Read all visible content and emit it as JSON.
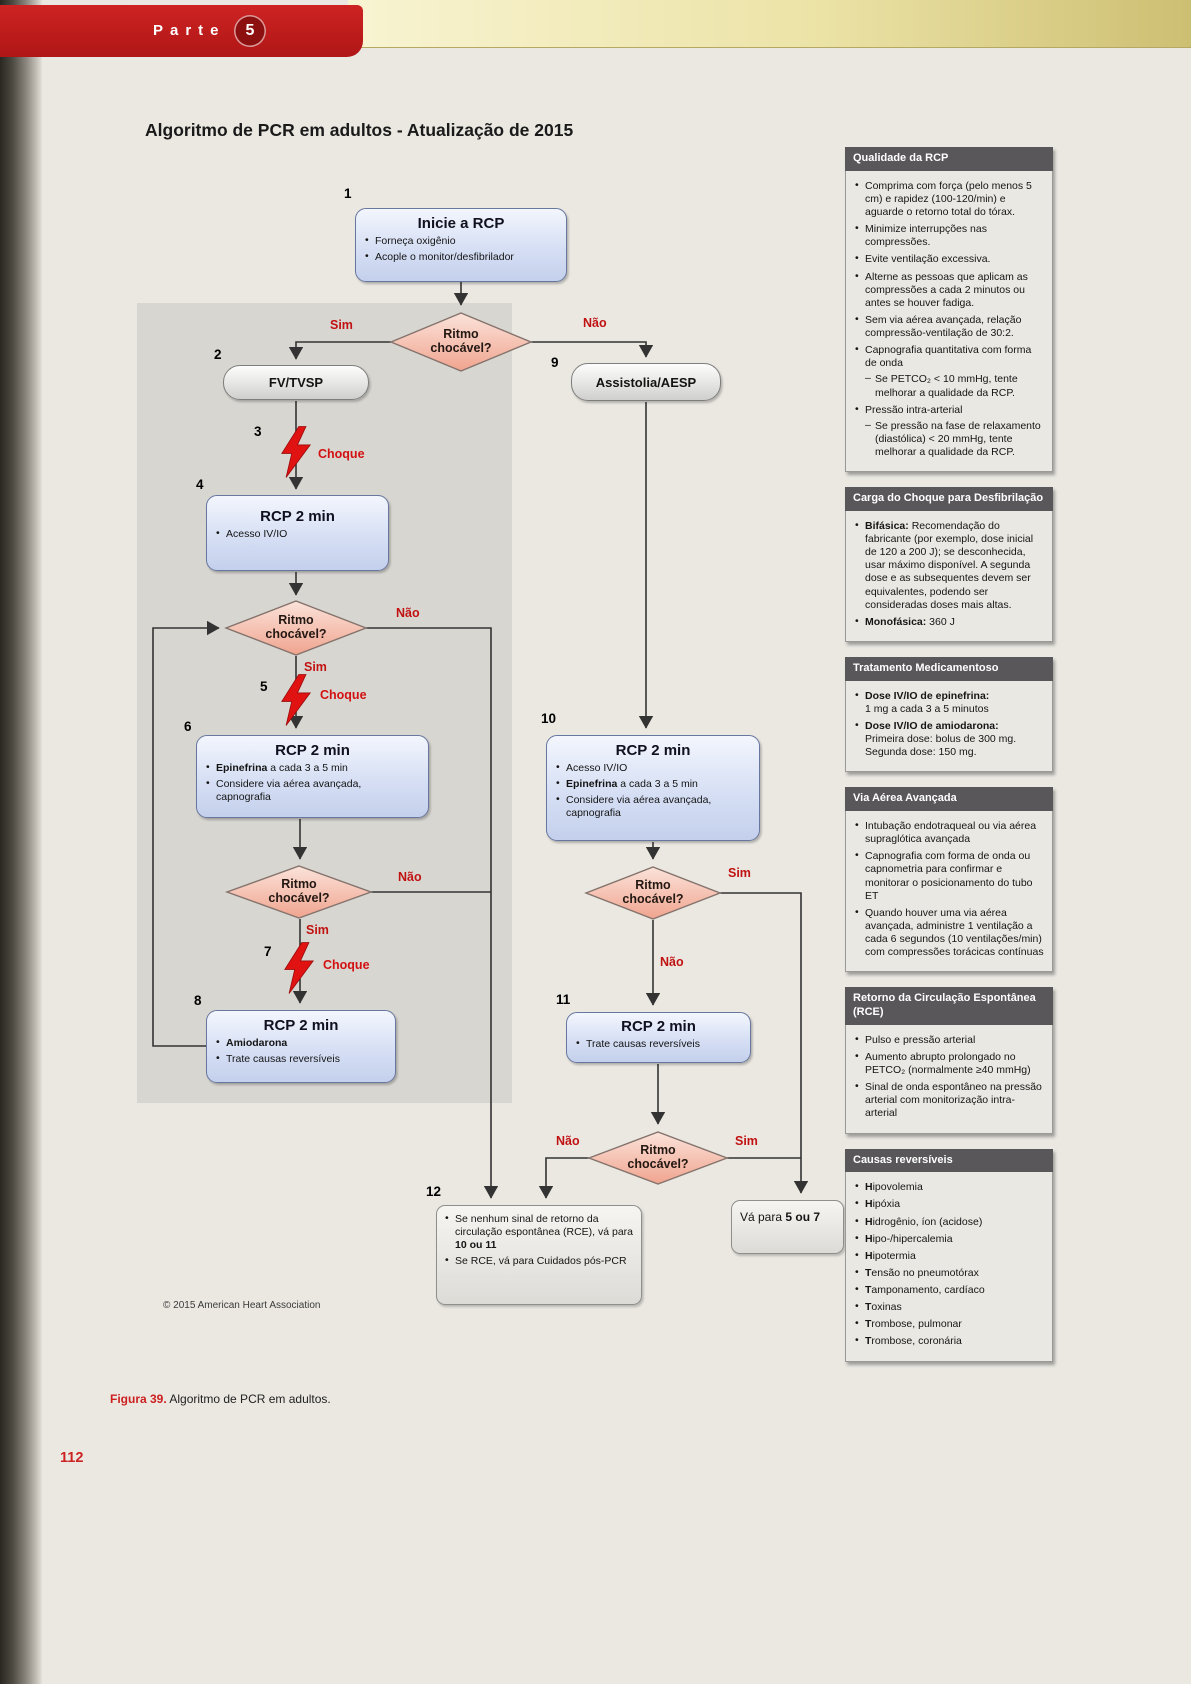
{
  "header": {
    "part_label": "Parte",
    "part_number": "5"
  },
  "title": "Algoritmo de PCR em adultos - Atualização de 2015",
  "colors": {
    "accent_red": "#b01616",
    "yes_no_red": "#c11212",
    "panel_header_bg": "#59575a",
    "diamond_fill": "#f3b4a1",
    "box_blue": "#d6def4"
  },
  "flow": {
    "yes": "Sim",
    "no": "Não",
    "diamond_label": "Ritmo chocável?",
    "choque": "Choque",
    "nodes": {
      "n1": {
        "num": "1",
        "title": "Inicie a RCP",
        "b1": "Forneça oxigênio",
        "b2": "Acople o monitor/desfibrilador"
      },
      "n2": {
        "num": "2",
        "title": "FV/TVSP"
      },
      "n3": {
        "num": "3"
      },
      "n4": {
        "num": "4",
        "title": "RCP 2 min",
        "b1": "Acesso IV/IO"
      },
      "n5": {
        "num": "5"
      },
      "n6": {
        "num": "6",
        "title": "RCP 2 min",
        "b1_lead": "Epinefrina",
        "b1_rest": " a cada 3 a 5 min",
        "b2": "Considere via aérea avançada, capnografia"
      },
      "n7": {
        "num": "7"
      },
      "n8": {
        "num": "8",
        "title": "RCP 2 min",
        "b1": "Amiodarona",
        "b2": "Trate causas reversíveis"
      },
      "n9": {
        "num": "9",
        "title": "Assistolia/AESP"
      },
      "n10": {
        "num": "10",
        "title": "RCP 2 min",
        "b1": "Acesso IV/IO",
        "b2_lead": "Epinefrina",
        "b2_rest": " a cada 3 a 5 min",
        "b3": "Considere via aérea avançada, capnografia"
      },
      "n11": {
        "num": "11",
        "title": "RCP 2 min",
        "b1": "Trate causas reversíveis"
      },
      "n12": {
        "num": "12",
        "b1_pre": "Se nenhum sinal de retorno da circulação espontânea (RCE), vá para ",
        "b1_bold": "10 ou 11",
        "b2": "Se RCE, vá para Cuidados pós-PCR"
      },
      "go": {
        "pre": "Vá para ",
        "bold": "5 ou 7"
      }
    }
  },
  "sidebar": {
    "p1": {
      "title": "Qualidade da RCP",
      "items": [
        "Comprima com força (pelo menos 5 cm) e rapidez (100-120/min) e aguarde o retorno total do tórax.",
        "Minimize interrupções nas compressões.",
        "Evite ventilação excessiva.",
        "Alterne as pessoas que aplicam as compressões a cada 2 minutos ou antes se houver fadiga.",
        "Sem via aérea avançada, relação compressão-ventilação de 30:2.",
        "Capnografia quantitativa com forma de onda",
        "Se PETCO₂ < 10 mmHg, tente melhorar a qualidade da RCP.",
        "Pressão intra-arterial",
        "Se pressão na fase de relaxamento (diastólica) < 20 mmHg, tente melhorar a qualidade da RCP."
      ]
    },
    "p2": {
      "title": "Carga do Choque para Desfibrilação",
      "i1_lead": "Bifásica:",
      "i1_text": " Recomendação do fabricante (por exemplo, dose inicial de 120 a 200 J); se desconhecida, usar máximo disponível. A segunda dose e as subsequentes devem ser equivalentes, podendo ser consideradas doses mais altas.",
      "i2_lead": "Monofásica:",
      "i2_text": " 360 J"
    },
    "p3": {
      "title": "Tratamento Medicamentoso",
      "i1_lead": "Dose IV/IO de epinefrina:",
      "i1_text": "1 mg a cada 3 a 5 minutos",
      "i2_lead": "Dose IV/IO de amiodarona:",
      "i2_text": "Primeira dose: bolus de 300 mg. Segunda dose: 150 mg."
    },
    "p4": {
      "title": "Via Aérea Avançada",
      "items": [
        "Intubação endotraqueal ou via aérea supraglótica avançada",
        "Capnografia com forma de onda ou capnometria para confirmar e monitorar o posicionamento do tubo ET",
        "Quando houver uma via aérea avançada, administre 1 ventilação a cada 6 segundos (10 ventilações/min) com compressões torácicas contínuas"
      ]
    },
    "p5": {
      "title": "Retorno da Circulação Espontânea (RCE)",
      "items": [
        "Pulso e pressão arterial",
        "Aumento abrupto prolongado no PETCO₂ (normalmente ≥40 mmHg)",
        "Sinal de onda espontâneo na pressão arterial com monitorização intra-arterial"
      ]
    },
    "p6": {
      "title": "Causas reversíveis",
      "items": [
        {
          "lead": "H",
          "rest": "ipovolemia"
        },
        {
          "lead": "H",
          "rest": "ipóxia"
        },
        {
          "lead": "H",
          "rest": "idrogênio, íon (acidose)"
        },
        {
          "lead": "H",
          "rest": "ipo-/hipercalemia"
        },
        {
          "lead": "H",
          "rest": "ipotermia"
        },
        {
          "lead": "T",
          "rest": "ensão no pneumotórax"
        },
        {
          "lead": "T",
          "rest": "amponamento, cardíaco"
        },
        {
          "lead": "T",
          "rest": "oxinas"
        },
        {
          "lead": "T",
          "rest": "rombose, pulmonar"
        },
        {
          "lead": "T",
          "rest": "rombose, coronária"
        }
      ]
    }
  },
  "footer": {
    "copyright": "© 2015 American Heart Association",
    "fig_label": "Figura 39.",
    "fig_text": " Algoritmo de PCR em adultos.",
    "page": "112"
  }
}
